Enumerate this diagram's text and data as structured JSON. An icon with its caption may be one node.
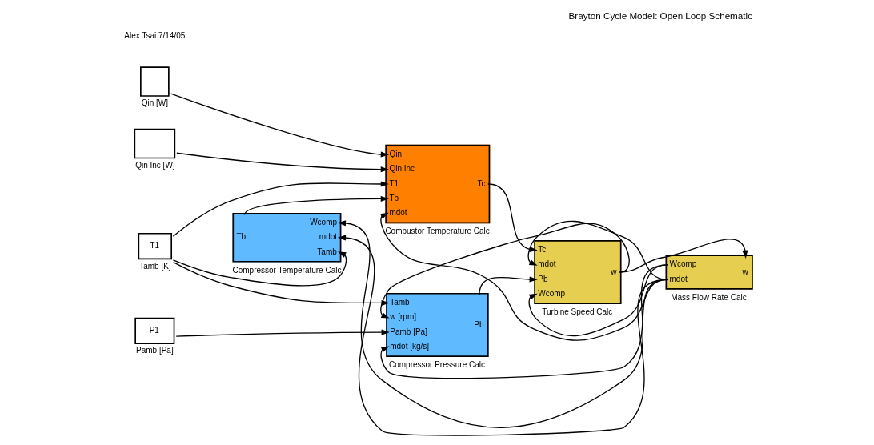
{
  "diagram": {
    "title": "Brayton Cycle Model: Open Loop Schematic",
    "nodes": [
      {
        "text": [],
        "shape": "box",
        "beside": [
          "Qin Inc [W]"
        ]
      },
      {
        "text": [],
        "shape": "box",
        "beside": [
          "Qin [W]"
        ]
      },
      {
        "text": [
          "T1"
        ],
        "beside": [
          "Tamb [K]"
        ]
      },
      {
        "text": [
          "Qin",
          "Qin Inc",
          "T1",
          "Tb",
          "mdot",
          "Tc",
          "Combustor Temperature Calc"
        ]
      },
      {
        "text": [
          "P1"
        ],
        "beside": [
          "Pamb [Pa]"
        ]
      },
      {
        "text": [
          "Tamb",
          "w [rpm]",
          "Pamb [Pa]",
          "mdot [kg/s]",
          "Pb",
          "Compressor Pressure Calc"
        ]
      },
      {
        "text": [
          "Tc",
          "mdot",
          "Pb",
          "Wcomp",
          "w",
          "Turbine Speed Calc"
        ]
      },
      {
        "text": [
          "Wcomp",
          "mdot",
          "w",
          "Mass Flow Rate Calc"
        ]
      },
      {
        "text": [
          "Tb",
          "Wcomp",
          "mdot",
          "Tamb",
          "Compressor Temperature Calc"
        ]
      }
    ],
    "edges": [
      {
        "from": 1,
        "to": 3,
        "arrow": "to"
      },
      {
        "from": 0,
        "to": 3,
        "arrow": "to"
      },
      {
        "from": 2,
        "to": 3,
        "arrow": "to"
      },
      {
        "from": 2,
        "to": 5,
        "arrow": "to"
      },
      {
        "from": 2,
        "to": 8,
        "arrow": "to"
      },
      {
        "from": 8,
        "to": 3,
        "arrow": "to"
      },
      {
        "from": 4,
        "to": 5,
        "arrow": "to"
      },
      {
        "from": 6,
        "to": 5,
        "arrow": "to"
      },
      {
        "from": 7,
        "to": 5,
        "arrow": "to"
      },
      {
        "from": 7,
        "to": 3,
        "arrow": "to"
      },
      {
        "from": 3,
        "to": 6,
        "arrow": "to"
      },
      {
        "from": 5,
        "to": 6,
        "arrow": "to"
      },
      {
        "from": 7,
        "to": 6,
        "arrow": "to"
      },
      {
        "from": 7,
        "to": 6,
        "arrow": "to"
      },
      {
        "from": 7,
        "to": 8,
        "arrow": "to"
      },
      {
        "from": 7,
        "to": 8,
        "arrow": "to"
      },
      {
        "from": 6,
        "to": 7,
        "arrow": "to"
      }
    ],
    "labels": [
      "Alex Tsai 7/14/05"
    ]
  }
}
